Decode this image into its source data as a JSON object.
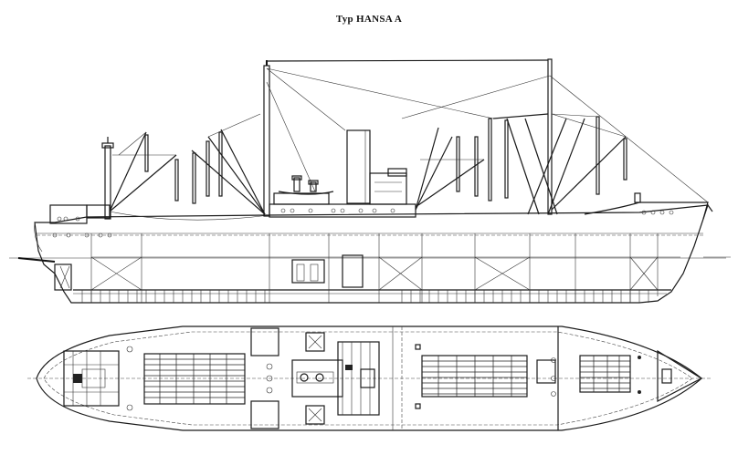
{
  "figure": {
    "title": "Typ HANSA A",
    "views": [
      {
        "name": "profile",
        "description": "Side elevation with masts, derricks, funnel and longitudinal section"
      },
      {
        "name": "plan",
        "description": "Deck plan with cargo hatches"
      }
    ],
    "colors": {
      "line": "#1a1a1a",
      "background": "#ffffff"
    }
  }
}
